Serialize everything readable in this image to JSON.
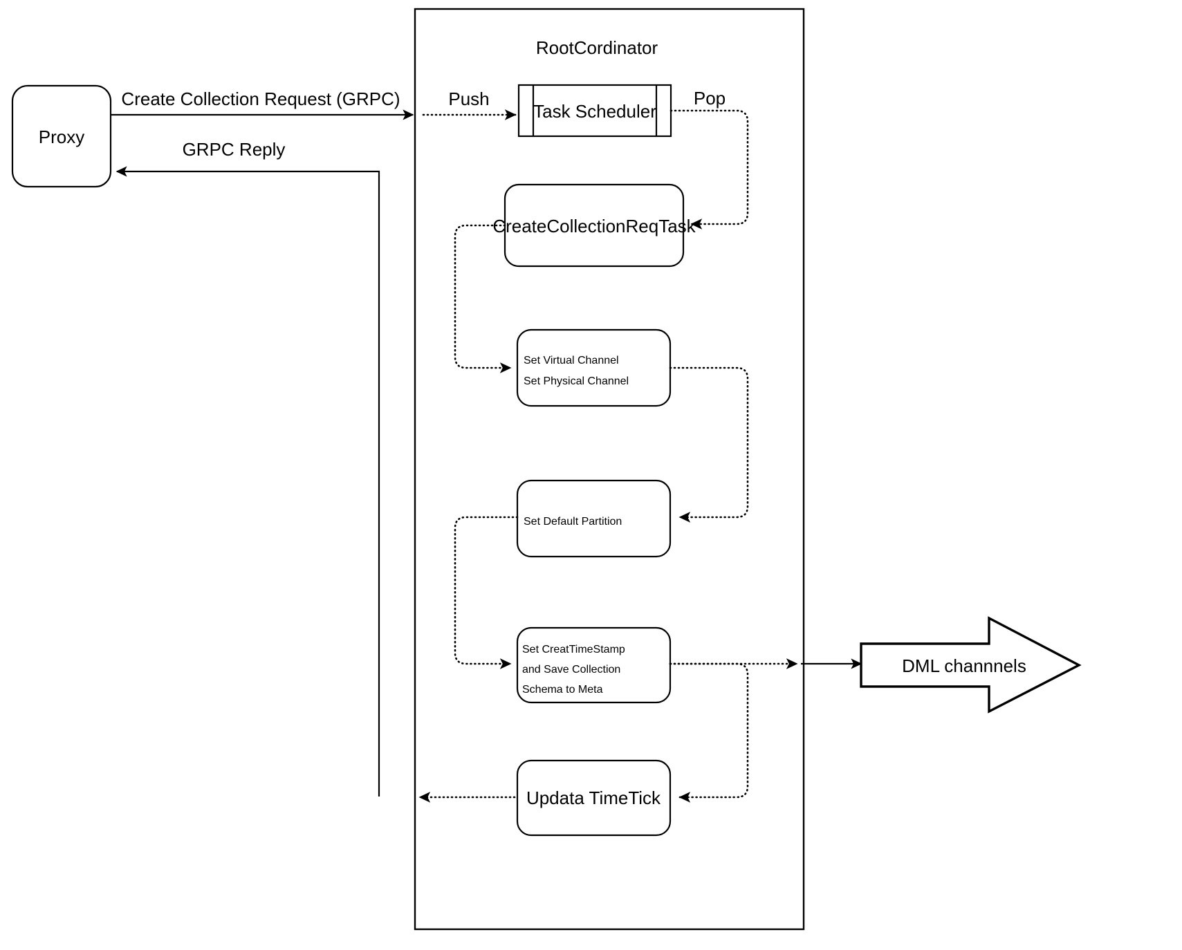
{
  "diagram": {
    "title_group": "RootCordinator",
    "nodes": {
      "proxy": {
        "label": "Proxy"
      },
      "task_scheduler": {
        "label": "Task Scheduler"
      },
      "create_collection_req_task": {
        "label": "CreateCollectionReqTask"
      },
      "set_channels": {
        "line1": "Set Virtual Channel",
        "line2": "Set Physical Channel"
      },
      "set_default_partition": {
        "label": "Set Default Partition"
      },
      "set_create_timestamp": {
        "line1": "Set CreatTimeStamp",
        "line2": "and Save Collection",
        "line3": "Schema to Meta"
      },
      "update_timetick": {
        "label": "Updata TimeTick"
      },
      "dml_channels": {
        "label": "DML channnels"
      }
    },
    "edges": {
      "create_collection_request": "Create Collection Request (GRPC)",
      "grpc_reply": "GRPC Reply",
      "push": "Push",
      "pop": "Pop"
    },
    "colors": {
      "stroke": "#000000",
      "fill": "#ffffff"
    }
  }
}
